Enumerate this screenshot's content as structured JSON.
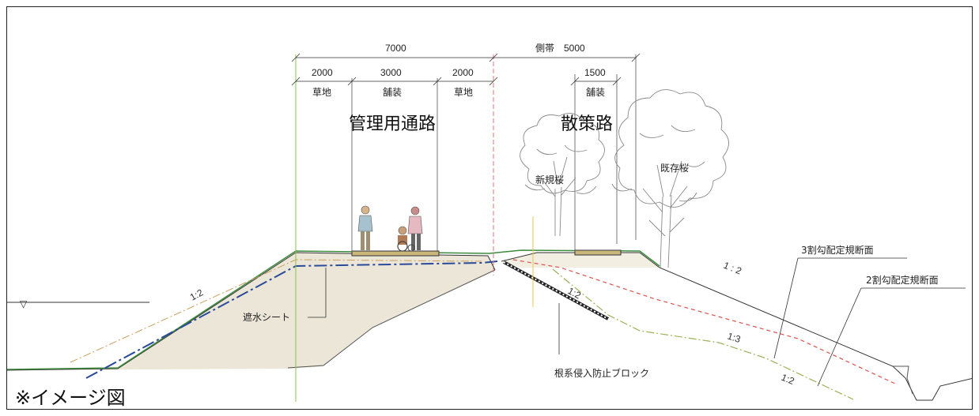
{
  "dimensions": {
    "total_left": "7000",
    "total_right": "側帯　5000",
    "seg_left": "2000",
    "seg_mid": "3000",
    "seg_right": "2000",
    "seg_path": "1500"
  },
  "surfaces": {
    "grass_left": "草地",
    "paved_mid": "舗装",
    "grass_right": "草地",
    "paved_path": "舗装"
  },
  "titles": {
    "management_road": "管理用通路",
    "walking_path": "散策路"
  },
  "trees": {
    "new_tree": "新規桜",
    "existing_tree": "既存桜"
  },
  "callouts": {
    "waterproof_sheet": "遮水シート",
    "root_block": "根系侵入防止ブロック",
    "slope_30": "3割勾配定規断面",
    "slope_20": "2割勾配定規断面"
  },
  "slopes": {
    "left": "1:2",
    "mid": "1:2",
    "right_upper": "1 : 2",
    "right_13": "1:3",
    "right_lower": "1:2"
  },
  "water_symbol": "▽",
  "note": "※イメージ図",
  "colors": {
    "embankment_fill": "#ebe6d8",
    "grass_line": "#3d8b3d",
    "sheet_line": "#2a4a9a",
    "red_dash": "#d9534f",
    "green_dashdot": "#9ab35a",
    "pavement": "#7a6a3a"
  }
}
